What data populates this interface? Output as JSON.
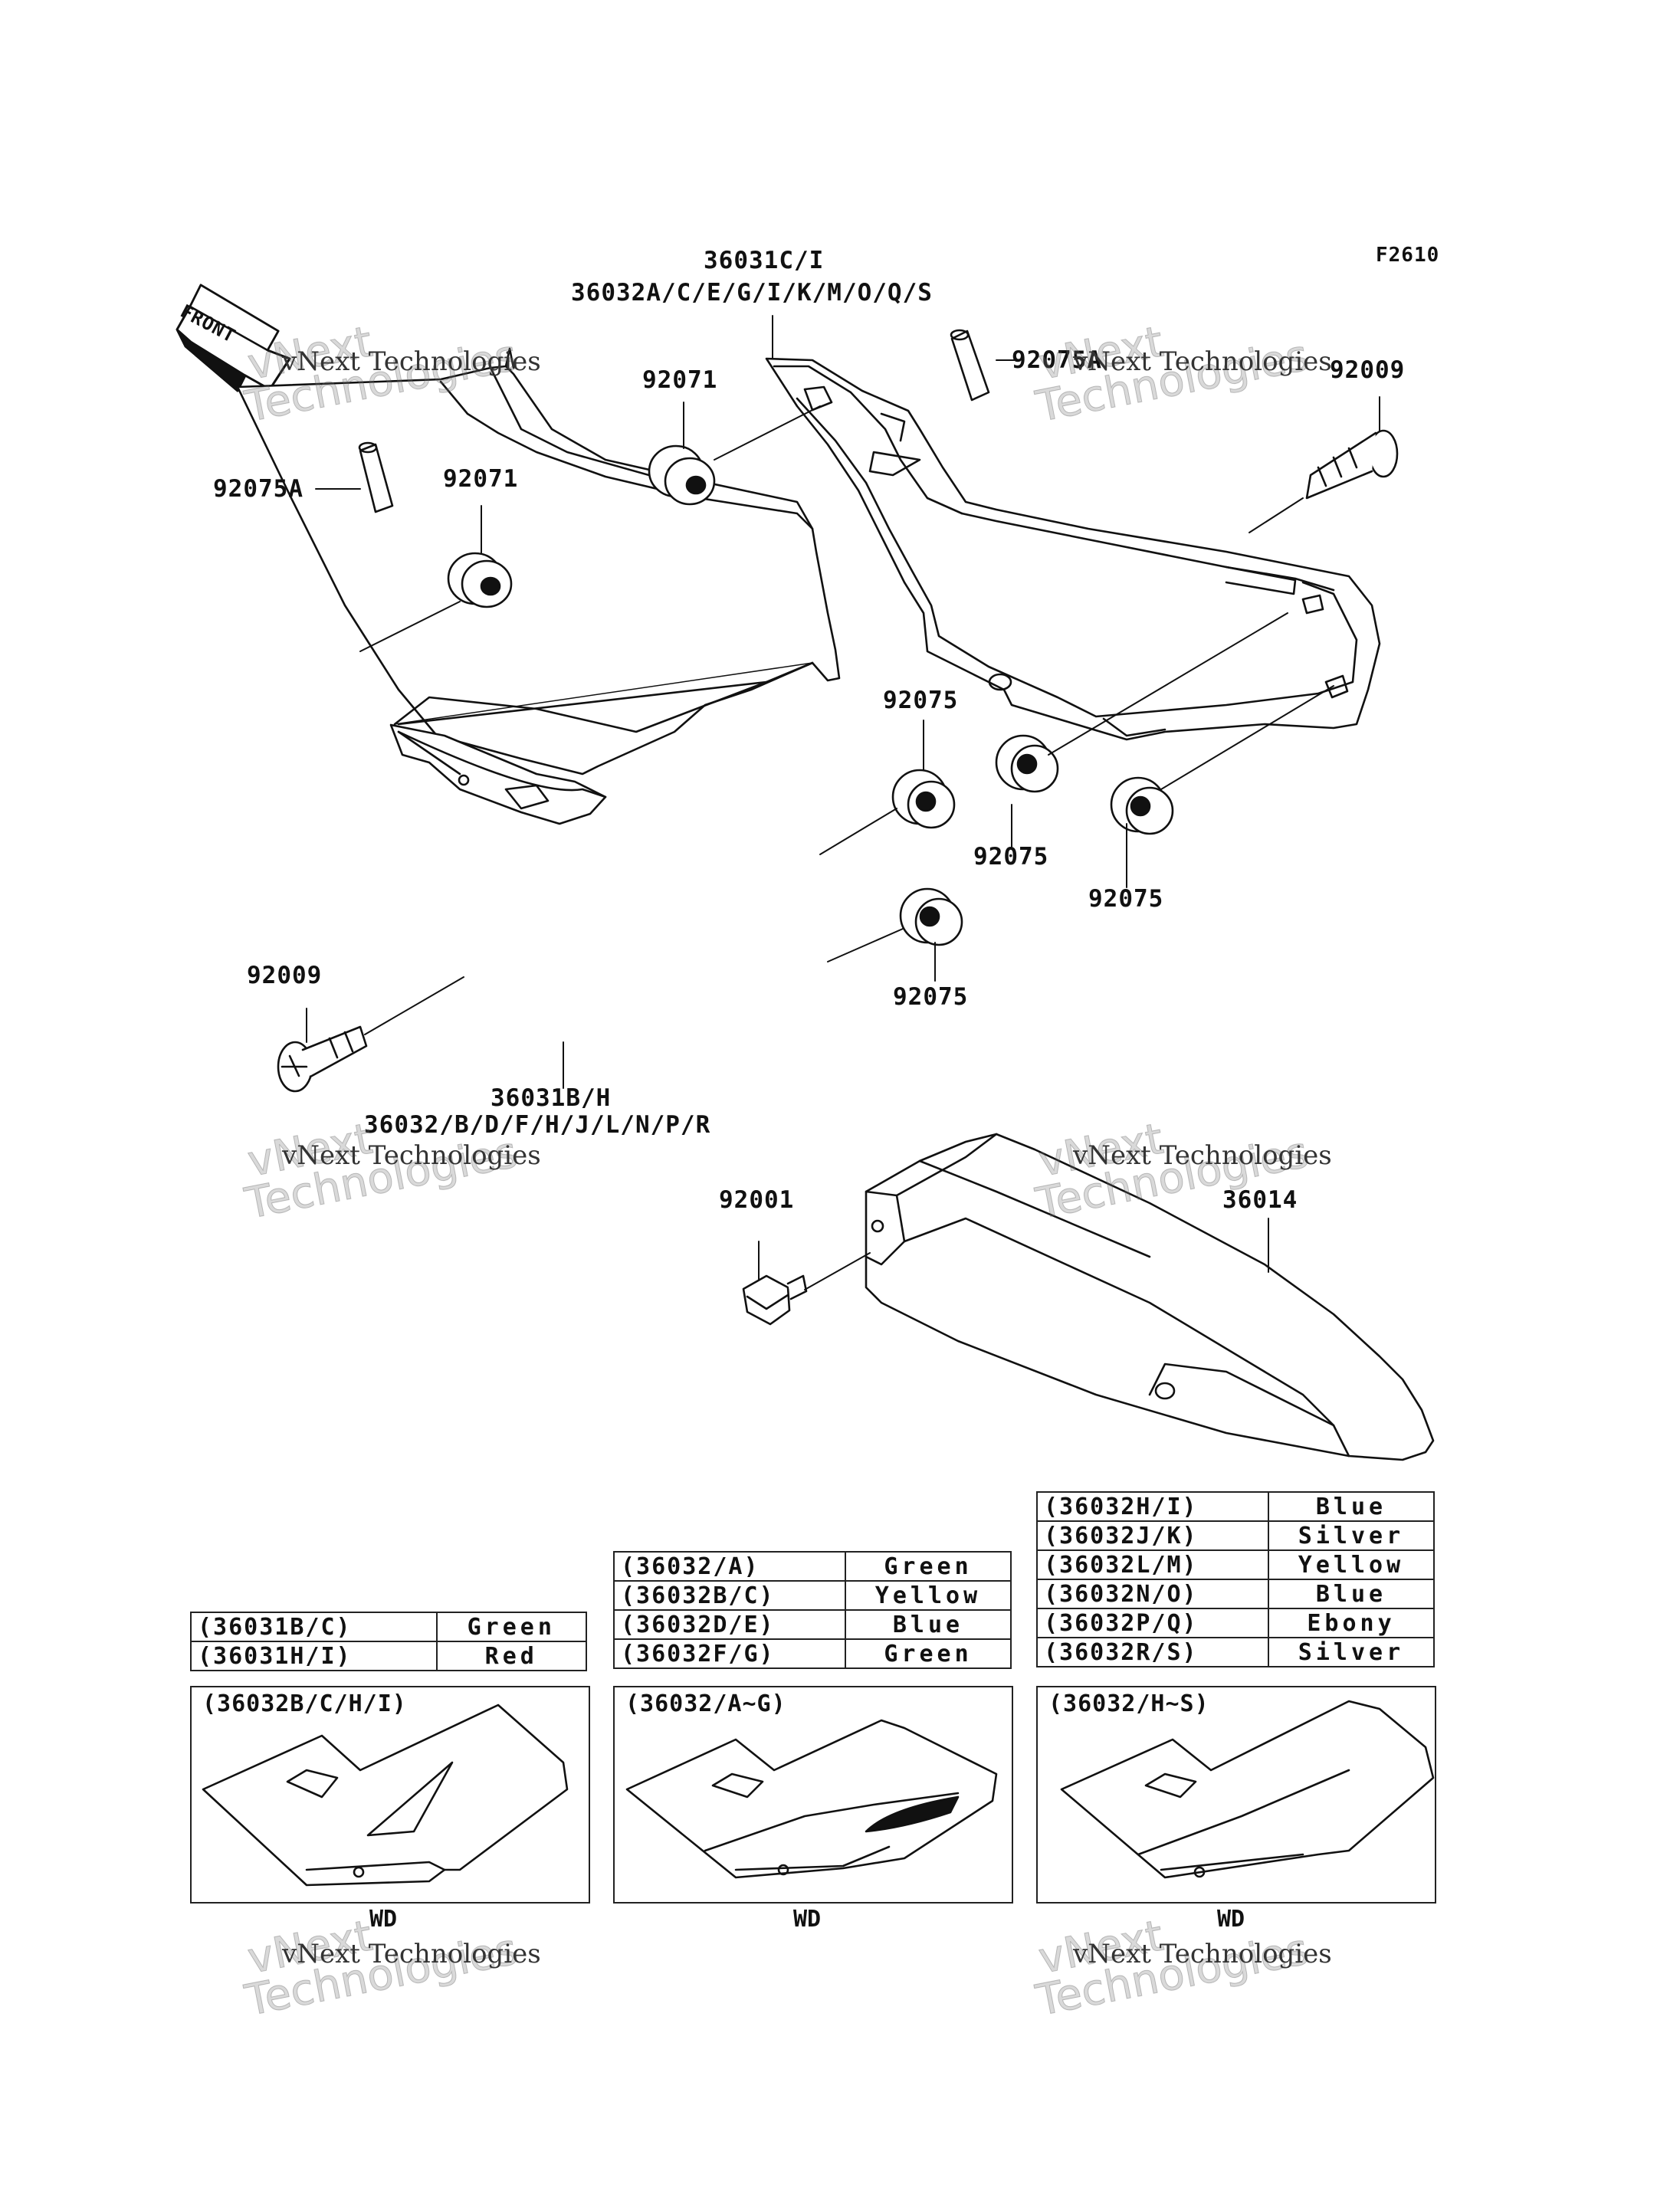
{
  "figure_code": "F2610",
  "front_label": "FRONT",
  "callouts": {
    "upper_cover_part": "36031C/I",
    "upper_cover_colors": "36032A/C/E/G/I/K/M/O/Q/S",
    "lower_cover_part": "36031B/H",
    "lower_cover_colors": "36032/B/D/F/H/J/L/N/P/R",
    "grommet_upper": "92071",
    "grommet_left": "92071",
    "damper_upper": "92075A",
    "damper_left": "92075A",
    "screw_right": "92009",
    "screw_left": "92009",
    "grommet_a": "92075",
    "grommet_b": "92075",
    "grommet_c": "92075",
    "grommet_d": "92075",
    "bolt": "92001",
    "chain_cover": "36014"
  },
  "watermark": {
    "line1": "vNext Technologies",
    "line2": "vNext",
    "line3": "Technologies"
  },
  "table_left": [
    {
      "code": "(36031B/C)",
      "color": "Green"
    },
    {
      "code": "(36031H/I)",
      "color": "Red"
    }
  ],
  "table_mid": [
    {
      "code": "(36032/A)",
      "color": "Green"
    },
    {
      "code": "(36032B/C)",
      "color": "Yellow"
    },
    {
      "code": "(36032D/E)",
      "color": "Blue"
    },
    {
      "code": "(36032F/G)",
      "color": "Green"
    }
  ],
  "table_right": [
    {
      "code": "(36032H/I)",
      "color": "Blue"
    },
    {
      "code": "(36032J/K)",
      "color": "Silver"
    },
    {
      "code": "(36032L/M)",
      "color": "Yellow"
    },
    {
      "code": "(36032N/O)",
      "color": "Blue"
    },
    {
      "code": "(36032P/Q)",
      "color": "Ebony"
    },
    {
      "code": "(36032R/S)",
      "color": "Silver"
    }
  ],
  "variants": [
    {
      "title": "(36032B/C/H/I)",
      "label": "WD"
    },
    {
      "title": "(36032/A~G)",
      "label": "WD"
    },
    {
      "title": "(36032/H~S)",
      "label": "WD"
    }
  ]
}
